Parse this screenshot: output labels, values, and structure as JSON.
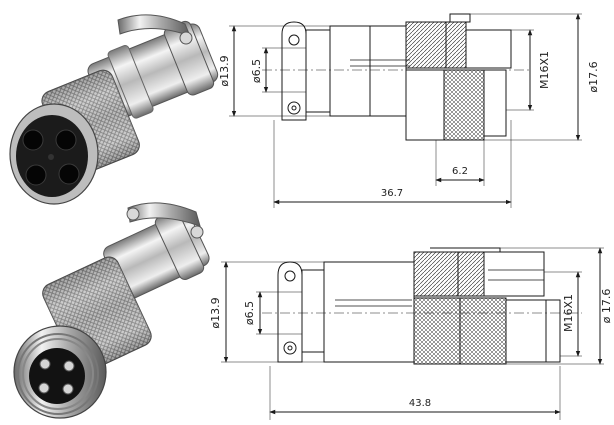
{
  "figure": {
    "female_connector": {
      "photo": "4-pin female aviation connector, knurled chrome coupling nut, black insulator",
      "dimensions": {
        "diameter_a": "ø13.9",
        "diameter_b": "ø6.5",
        "thread": "M16X1",
        "diameter_c": "ø17.6",
        "knurl_length": "6.2",
        "overall_length": "36.7"
      }
    },
    "male_connector": {
      "photo": "4-pin male aviation connector, threaded chrome body, knurled grip",
      "dimensions": {
        "diameter_a": "ø13.9",
        "diameter_b": "ø6.5",
        "thread": "M16X1",
        "diameter_c": "ø 17.6",
        "overall_length": "43.8"
      }
    },
    "colors": {
      "line": "#1a1a1a",
      "chrome_light": "#e8e8e8",
      "chrome_dark": "#6e6e6e",
      "insulator": "#151515"
    }
  }
}
